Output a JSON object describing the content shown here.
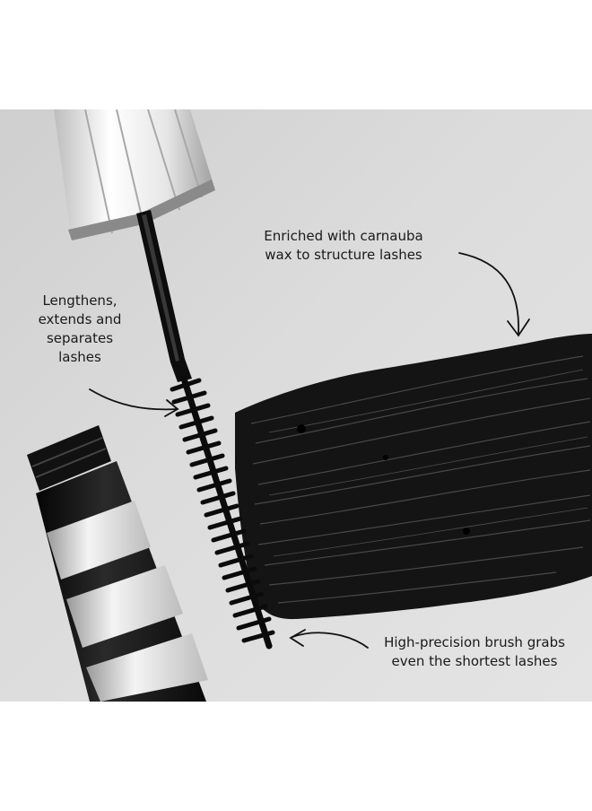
{
  "callouts": {
    "lengthens": "Lengthens,\nextends and\nseparates\nlashes",
    "enriched": "Enriched with carnauba\nwax to structure lashes",
    "precision": "High-precision brush grabs\neven the shortest lashes"
  },
  "colors": {
    "background": "#d9d9d9",
    "mascara": "#111111",
    "cap": "#f2f2f2",
    "text": "#1a1a1a"
  }
}
